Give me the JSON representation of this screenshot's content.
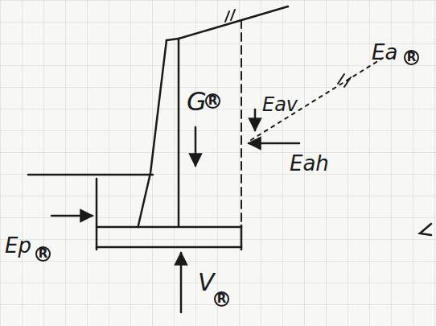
{
  "diagram": {
    "labels": [
      "G",
      "R",
      "Eav",
      "Eah",
      "Ea",
      "R",
      "Ep",
      "R",
      "V",
      "R"
    ]
  }
}
